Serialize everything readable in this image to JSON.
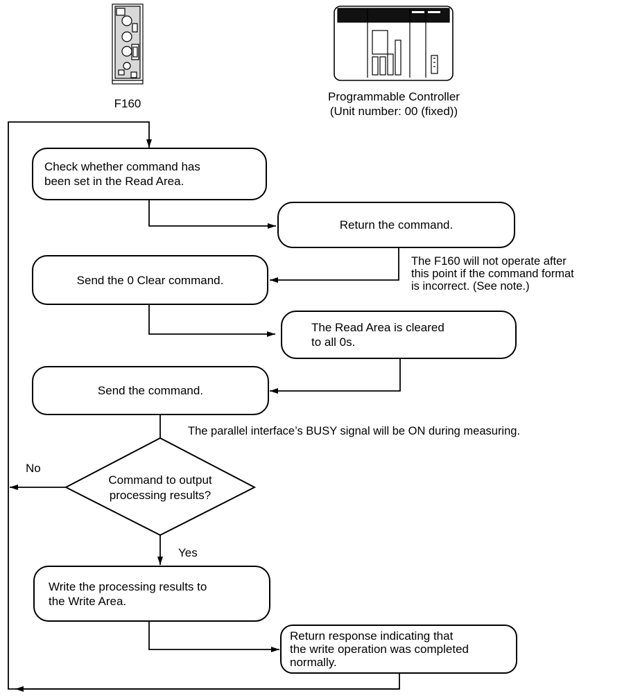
{
  "devices": {
    "left_label": "F160",
    "right_label_line1": "Programmable Controller",
    "right_label_line2": "(Unit number: 00 (fixed))"
  },
  "steps": {
    "check_line1": "Check whether command has",
    "check_line2": "been set in the Read Area.",
    "return_command": "Return the command.",
    "send_clear": "Send the 0 Clear command.",
    "read_cleared_line1": "The Read Area is cleared",
    "read_cleared_line2": "to all 0s.",
    "send_command": "Send the command.",
    "decision_line1": "Command to output",
    "decision_line2": "processing results?",
    "write_results_line1": "Write the processing results to",
    "write_results_line2": "the Write Area.",
    "return_response_line1": "Return response indicating that",
    "return_response_line2": "the write operation was completed",
    "return_response_line3": "normally."
  },
  "notes": {
    "format_note_line1": "The F160 will not operate after",
    "format_note_line2": "this point if the command format",
    "format_note_line3": "is incorrect. (See note.)",
    "busy_note": "The parallel interface’s BUSY signal will be ON during measuring."
  },
  "branches": {
    "no": "No",
    "yes": "Yes"
  }
}
